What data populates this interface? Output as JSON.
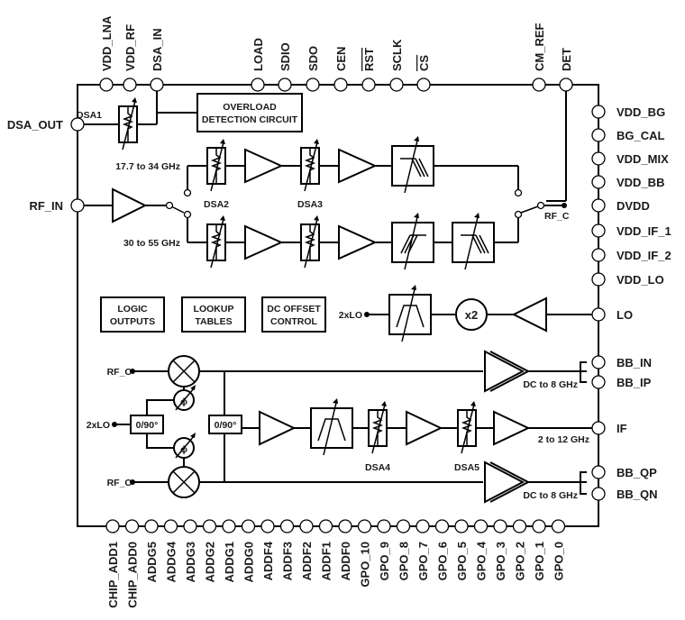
{
  "title": "Functional Block Diagram",
  "colors": {
    "line": "#000000",
    "text": "#1a1a1a",
    "background": "#ffffff"
  },
  "pins": {
    "top": [
      "VDD_LNA",
      "VDD_RF",
      "DSA_IN",
      "LOAD",
      "SDIO",
      "SDO",
      "CEN",
      "RST",
      "SCLK",
      "CS",
      "CM_REF",
      "DET"
    ],
    "top_overbar": [
      "RST",
      "CS"
    ],
    "left": [
      "DSA_OUT",
      "RF_IN"
    ],
    "right": [
      "VDD_BG",
      "BG_CAL",
      "VDD_MIX",
      "VDD_BB",
      "DVDD",
      "VDD_IF_1",
      "VDD_IF_2",
      "VDD_LO",
      "LO",
      "BB_IN",
      "BB_IP",
      "IF",
      "BB_QP",
      "BB_QN"
    ],
    "bottom": [
      "CHIP_ADD1",
      "CHIP_ADD0",
      "ADDG5",
      "ADDG4",
      "ADDG3",
      "ADDG2",
      "ADDG1",
      "ADDG0",
      "ADDF4",
      "ADDF3",
      "ADDF2",
      "ADDF1",
      "ADDF0",
      "GPO_10",
      "GPO_9",
      "GPO_8",
      "GPO_7",
      "GPO_6",
      "GPO_5",
      "GPO_4",
      "GPO_3",
      "GPO_2",
      "GPO_1",
      "GPO_0"
    ]
  },
  "blocks": {
    "overload": [
      "OVERLOAD",
      "DETECTION CIRCUIT"
    ],
    "logic_outputs": [
      "LOGIC",
      "OUTPUTS"
    ],
    "lookup_tables": [
      "LOOKUP",
      "TABLES"
    ],
    "dc_offset": [
      "DC OFFSET",
      "CONTROL"
    ],
    "doubler": "x2",
    "quad_lo": "0/90°",
    "quad_if": "0/90°",
    "phase": "ϕ"
  },
  "labels": {
    "dsa1": "DSA1",
    "dsa2": "DSA2",
    "dsa3": "DSA3",
    "dsa4": "DSA4",
    "dsa5": "DSA5",
    "band_high": "17.7 to 34 GHz",
    "band_low": "30 to 55 GHz",
    "rf_c": "RF_C",
    "two_x_lo": "2xLO",
    "bb_range_i": "DC to 8 GHz",
    "bb_range_q": "DC to 8 GHz",
    "if_range": "2 to 12 GHz"
  }
}
